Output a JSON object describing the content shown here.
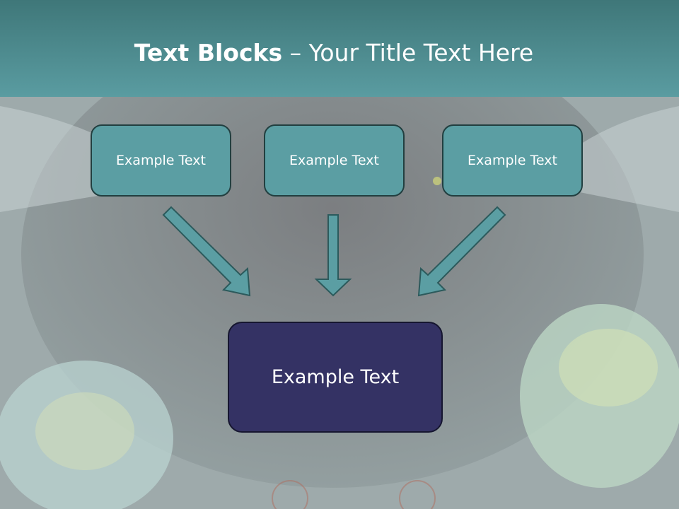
{
  "title": {
    "bold": "Text Blocks",
    "rest": " – Your Title Text Here"
  },
  "boxes": {
    "left": "Example Text",
    "middle": "Example Text",
    "right": "Example Text",
    "bottom": "Example Text"
  },
  "colors": {
    "title_band": "#5a9ca1",
    "small_box_fill": "#5b9ea3",
    "bottom_box_fill": "#343264",
    "arrow_fill": "#5b9ea3"
  }
}
